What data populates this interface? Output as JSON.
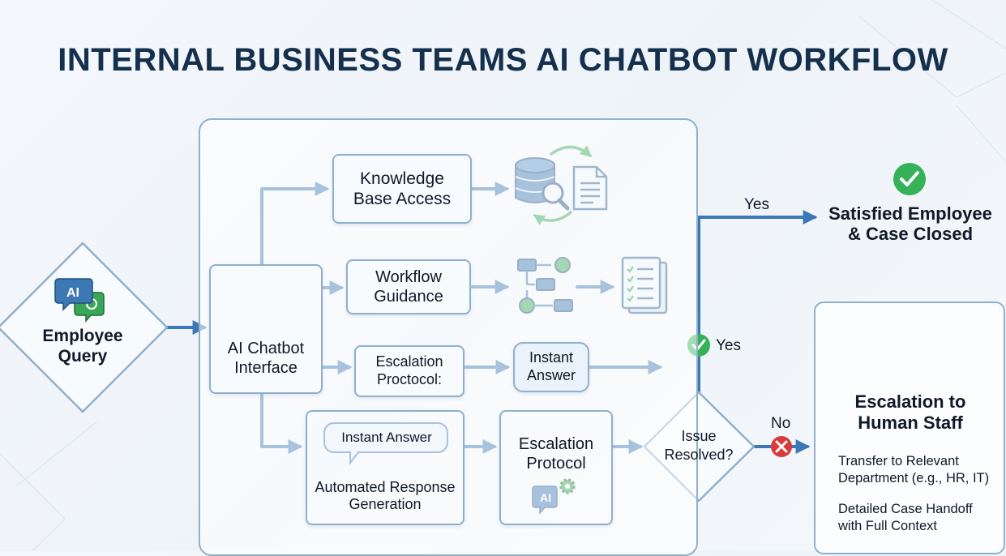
{
  "title": "INTERNAL BUSINESS TEAMS AI CHATBOT WORKFLOW",
  "nodes": {
    "employee_query": {
      "line1": "Employee",
      "line2": "Query"
    },
    "chatbot_interface": {
      "line1": "AI Chatbot",
      "line2": "Interface"
    },
    "knowledge_base": {
      "line1": "Knowledge",
      "line2": "Base Access"
    },
    "workflow_guidance": {
      "line1": "Workflow",
      "line2": "Guidance"
    },
    "escalation_protocol_small": {
      "line1": "Escalation",
      "line2": "Proctocol:"
    },
    "instant_answer_small": {
      "line1": "Instant",
      "line2": "Answer"
    },
    "automated_response": {
      "bubble": "Instant Answer",
      "line1": "Automated Response",
      "line2": "Generation"
    },
    "escalation_protocol": {
      "line1": "Escalation",
      "line2": "Protocol"
    },
    "issue_resolved": {
      "line1": "Issue",
      "line2": "Resolved?"
    },
    "satisfied": {
      "line1": "Satisfied Employee",
      "line2": "& Case Closed"
    },
    "human_staff": {
      "title1": "Escalation to",
      "title2": "Human Staff",
      "bullets": [
        {
          "line1": "Transfer to Relevant",
          "line2": "Department (e.g., HR, IT)"
        },
        {
          "line1": "Detailed Case Handoff",
          "line2": "with Full Context"
        }
      ]
    }
  },
  "labels": {
    "yes_top": "Yes",
    "yes_mid": "Yes",
    "no": "No",
    "ai": "AI"
  },
  "icons": [
    "chat-ai-icon",
    "ai-gear-icon",
    "database-search-icon",
    "document-icon",
    "flowchart-icon",
    "checklist-icon",
    "check-circle-icon",
    "x-circle-icon",
    "support-agent-icon"
  ],
  "colors": {
    "title": "#14304d",
    "arrow": "#3b78b4",
    "box_border": "#8fb0cc",
    "icon_blue": "#3b78b4",
    "icon_green": "#3aa657",
    "yes_green": "#35b158",
    "no_red": "#d93a3a"
  }
}
